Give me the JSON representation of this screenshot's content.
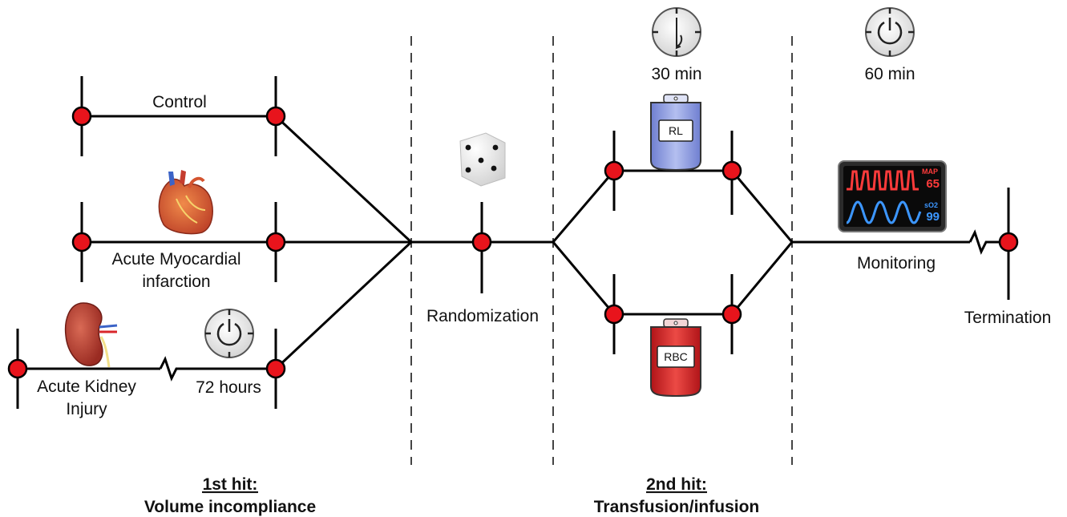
{
  "groups": {
    "control": "Control",
    "ami_line1": "Acute Myocardial",
    "ami_line2": "infarction",
    "aki_line1": "Acute Kidney",
    "aki_line2": "Injury",
    "hours": "72 hours"
  },
  "steps": {
    "randomization": "Randomization",
    "rl_time": "30 min",
    "mon_time": "60 min",
    "monitoring": "Monitoring",
    "termination": "Termination"
  },
  "bags": {
    "rl": "RL",
    "rbc": "RBC"
  },
  "monitor": {
    "map_label": "MAP",
    "map_value": "65",
    "so2_label": "sO2",
    "so2_value": "99"
  },
  "phases": {
    "first_title": "1st hit:",
    "first_sub": "Volume incompliance",
    "second_title": "2nd hit:",
    "second_sub": "Transfusion/infusion"
  },
  "colors": {
    "node": "#e8141c",
    "rl_bag": "#8e9ee0",
    "rbc_bag": "#d8262a",
    "monitor_red": "#ff3b3b",
    "monitor_blue": "#3c96ff"
  }
}
